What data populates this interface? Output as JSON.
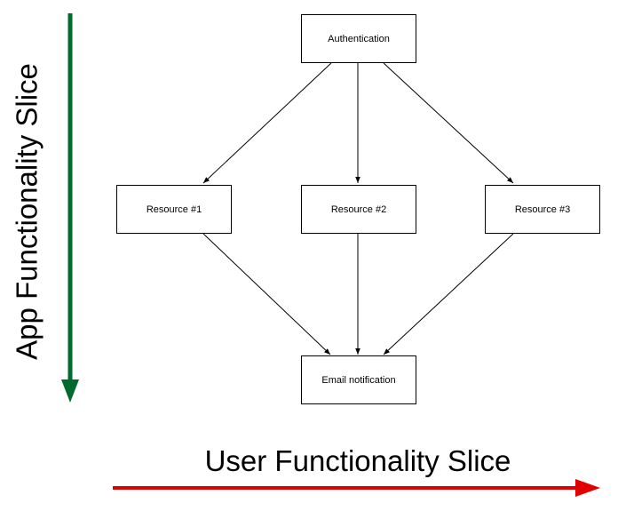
{
  "nodes": {
    "authentication": "Authentication",
    "resource1": "Resource #1",
    "resource2": "Resource #2",
    "resource3": "Resource #3",
    "email": "Email notification"
  },
  "axes": {
    "vertical": {
      "label": "App Functionality Slice",
      "color": "#006b2d"
    },
    "horizontal": {
      "label": "User Functionality Slice",
      "color": "#e00000"
    }
  }
}
